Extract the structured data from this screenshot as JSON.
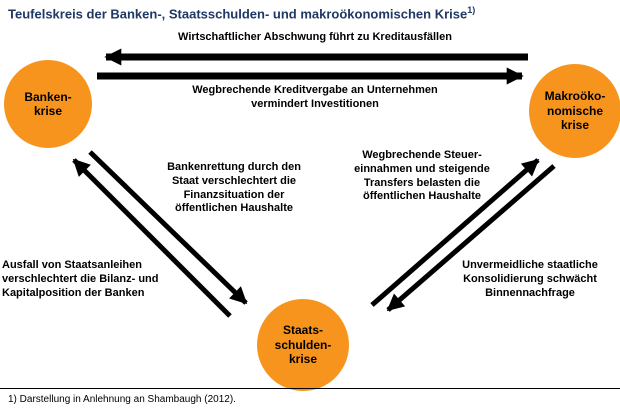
{
  "title": {
    "text": "Teufelskreis der Banken-, Staatsschulden- und makroökonomischen Krise",
    "sup": "1)"
  },
  "nodes": {
    "banken": "Banken-\nkrise",
    "makro": "Makroöko-\nnomische\nkrise",
    "staats": "Staats-\nschulden-\nkrise"
  },
  "edges": {
    "makro_to_banken": "Wirtschaftlicher Abschwung führt zu Kreditausfällen",
    "banken_to_makro": "Wegbrechende Kreditvergabe an Unternehmen\nvermindert Investitionen",
    "banken_to_staats": "Bankenrettung durch den\nStaat verschlechtert die\nFinanzsituation der\nöffentlichen Haushalte",
    "staats_to_banken": "Ausfall von Staatsanleihen\nverschlechtert die Bilanz- und\nKapitalposition der Banken",
    "staats_to_makro": "Wegbrechende Steuer-\neinnahmen und steigende\nTransfers belasten die\nöffentlichen Haushalte",
    "makro_to_staats": "Unvermeidliche staatliche\nKonsolidierung schwächt\nBinnennachfrage"
  },
  "footnote": "1) Darstellung in Anlehnung an Shambaugh (2012).",
  "colors": {
    "node": "#f7941d",
    "title": "#1f3864",
    "arrow": "#000000",
    "text": "#000000"
  }
}
